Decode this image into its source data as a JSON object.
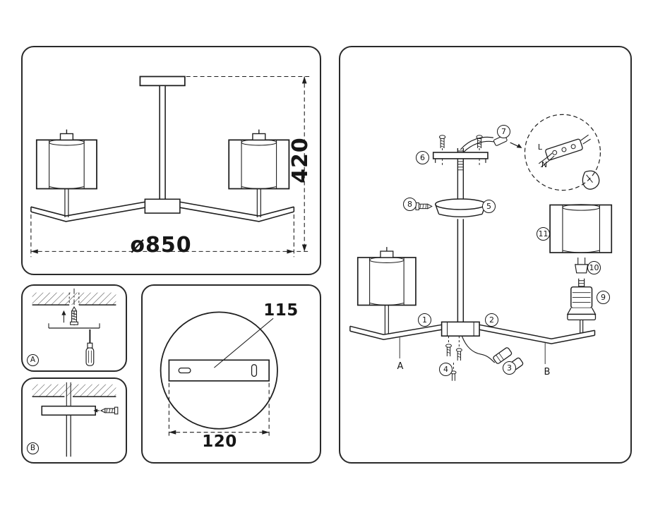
{
  "front_view": {
    "height_label": "420",
    "diameter_label": "ø850"
  },
  "mount_detail_a": {
    "badge": "A"
  },
  "mount_detail_b": {
    "badge": "B"
  },
  "canopy_detail": {
    "top_width_label": "115",
    "bottom_width_label": "120"
  },
  "assembly": {
    "callouts": [
      "1",
      "2",
      "3",
      "4",
      "5",
      "6",
      "7",
      "8",
      "9",
      "10",
      "11"
    ],
    "arm_label_left": "A",
    "arm_label_right": "B",
    "wire_live": "L",
    "wire_neutral": "N"
  },
  "colors": {
    "line": "#1f1f1f",
    "background": "#ffffff"
  }
}
